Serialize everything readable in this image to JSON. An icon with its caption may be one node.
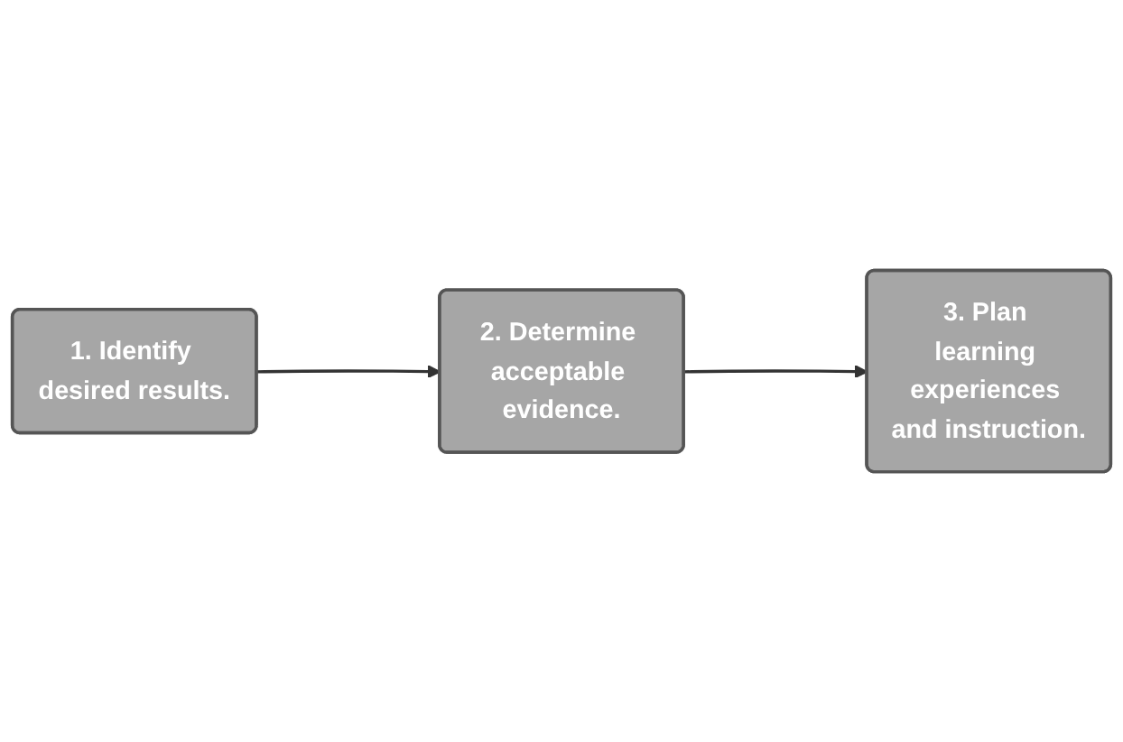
{
  "diagram": {
    "nodes": [
      {
        "text": [
          "1. Identify desired results."
        ]
      },
      {
        "text": [
          "2. Determine acceptable evidence."
        ]
      },
      {
        "text": [
          "3. Plan learning experiences and instruction."
        ]
      }
    ],
    "edges": [
      {
        "from": 0,
        "to": 1,
        "arrow": "to"
      },
      {
        "from": 1,
        "to": 2,
        "arrow": "to"
      }
    ]
  }
}
